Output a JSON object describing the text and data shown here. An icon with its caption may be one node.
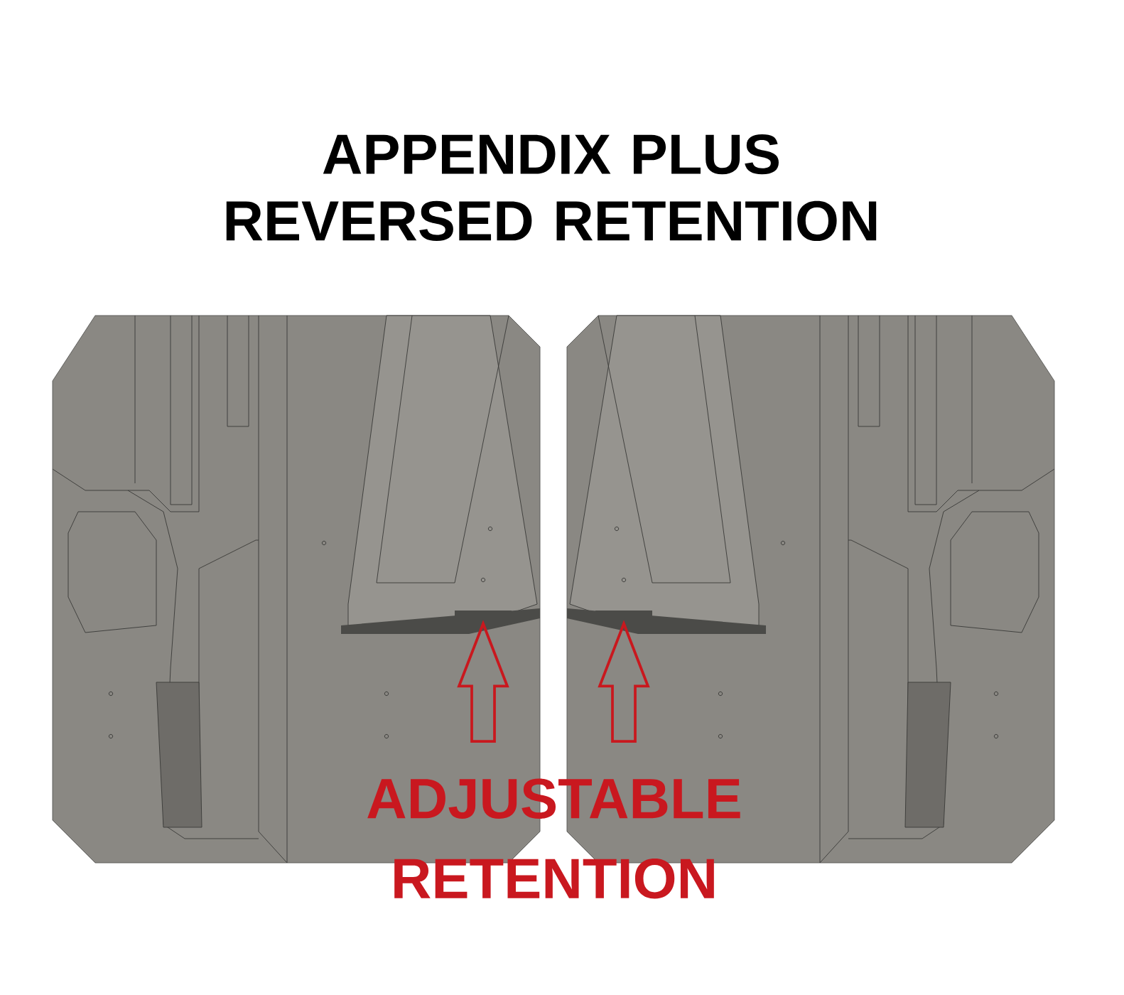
{
  "diagram": {
    "title": "APPENDIX PLUS REVERSED RETENTION",
    "nodes": [
      {
        "text": [
          "ADJUSTABLE RETENTION"
        ]
      },
      {
        "text": [],
        "shape": "bar"
      },
      {
        "text": [],
        "shape": "bar"
      }
    ],
    "edges": [
      {
        "from": 0,
        "to": 1,
        "arrow": "to",
        "color": "#ed1c24"
      },
      {
        "from": 0,
        "to": 2,
        "arrow": "to",
        "color": "#ed1c24"
      }
    ]
  }
}
